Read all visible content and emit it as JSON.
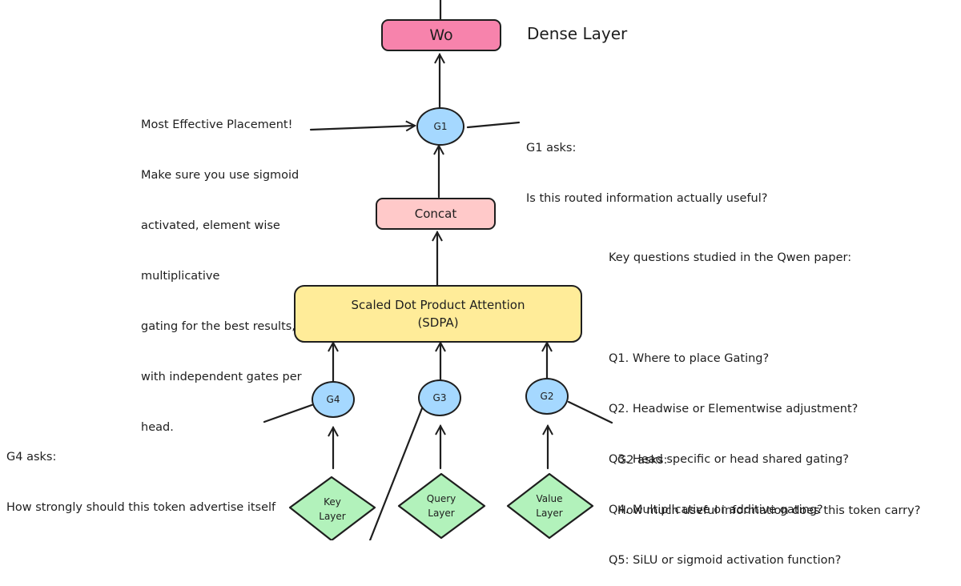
{
  "nodes": {
    "wo": "Wo",
    "dense_layer_label": "Dense Layer",
    "concat": "Concat",
    "sdpa_line1": "Scaled Dot Product Attention",
    "sdpa_line2": "(SDPA)",
    "g1": "G1",
    "g2": "G2",
    "g3": "G3",
    "g4": "G4",
    "key_layer": [
      "Key",
      "Layer"
    ],
    "query_layer": [
      "Query",
      "Layer"
    ],
    "value_layer": [
      "Value",
      "Layer"
    ]
  },
  "annotations": {
    "placement": [
      "Most Effective Placement!",
      "Make sure you use sigmoid",
      "activated, element wise",
      "multiplicative",
      "gating for the best results,",
      "with independent gates per",
      "head."
    ],
    "g1_title": "G1 asks:",
    "g1_question": "Is this routed information actually useful?",
    "g4_title": "G4 asks:",
    "g4_question": "How strongly should this token advertise itself",
    "g2_title": "G2 asks:",
    "g2_question": "How much useful information does this token carry?"
  },
  "key_questions": {
    "heading": "Key questions studied in the Qwen paper:",
    "items": [
      "Q1. Where to place Gating?",
      "Q2. Headwise or Elementwise adjustment?",
      "Q3. Head specific or head shared gating?",
      "Q4. Multiplicative or additive gating?",
      "Q5: SiLU or sigmoid activation function?"
    ]
  },
  "colors": {
    "dense": "#f783ac",
    "concat": "#ffc9c9",
    "sdpa": "#ffec99",
    "gate": "#a5d8ff",
    "layer": "#b2f2bb",
    "stroke": "#1e1e1e"
  }
}
